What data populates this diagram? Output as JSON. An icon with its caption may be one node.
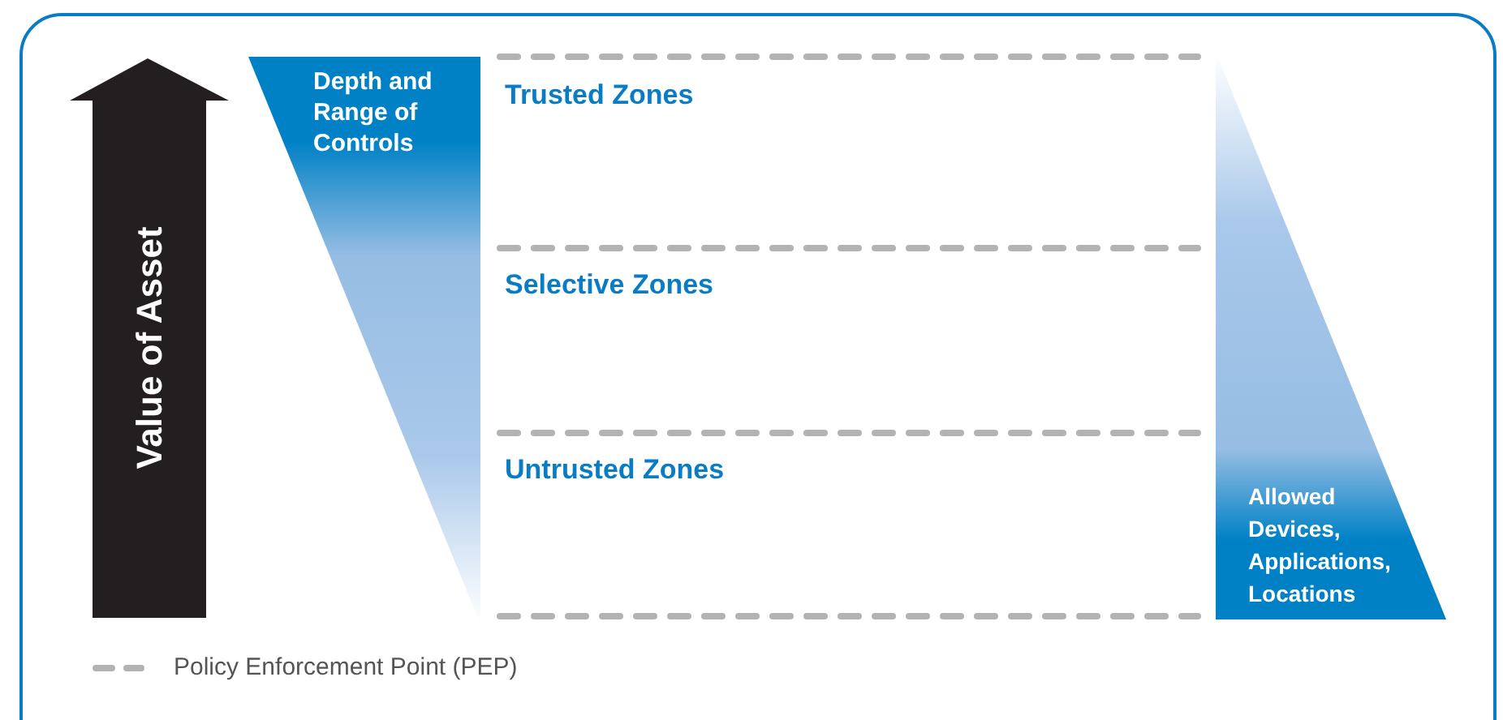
{
  "diagram": {
    "nodes": [
      {
        "text": [
          "Value of Asset"
        ]
      },
      {
        "text": [
          "Depth and Range of Controls"
        ]
      },
      {
        "text": [
          "Allowed Devices, Applications, Locations"
        ]
      }
    ],
    "labels": [
      "Trusted Zones",
      "Selective Zones",
      "Untrusted Zones"
    ],
    "legend": [
      {
        "text": "Policy Enforcement Point (PEP)"
      }
    ]
  }
}
